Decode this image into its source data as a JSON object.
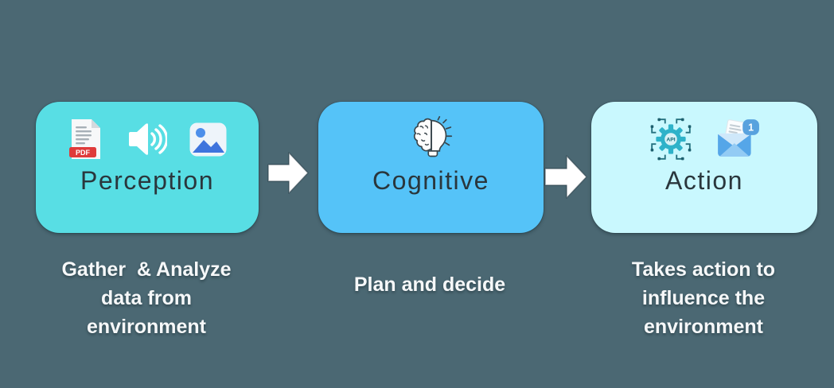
{
  "diagram": {
    "background_color": "#4b6873",
    "stages": [
      {
        "title": "Perception",
        "box_color": "#58dee4",
        "icons": [
          "pdf-file",
          "audio-speaker",
          "image-photo"
        ],
        "description_lines": [
          "Gather  & Analyze",
          "data from",
          "environment"
        ]
      },
      {
        "title": "Cognitive",
        "box_color": "#55c3f8",
        "icons": [
          "brain-lightbulb"
        ],
        "description_lines": [
          "Plan and decide"
        ]
      },
      {
        "title": "Action",
        "box_color": "#c9f8fe",
        "icons": [
          "api-chip",
          "email-notification"
        ],
        "description_lines": [
          "Takes action to",
          "influence the",
          "environment"
        ]
      }
    ],
    "connectors": [
      {
        "type": "arrow-right"
      },
      {
        "type": "arrow-right"
      }
    ],
    "badges": {
      "pdf_label": "PDF",
      "api_label": "API",
      "email_count": "1"
    },
    "colors": {
      "title_text": "#2a363c",
      "description_text": "#f6f8f9",
      "arrow_fill": "#ffffff"
    }
  }
}
